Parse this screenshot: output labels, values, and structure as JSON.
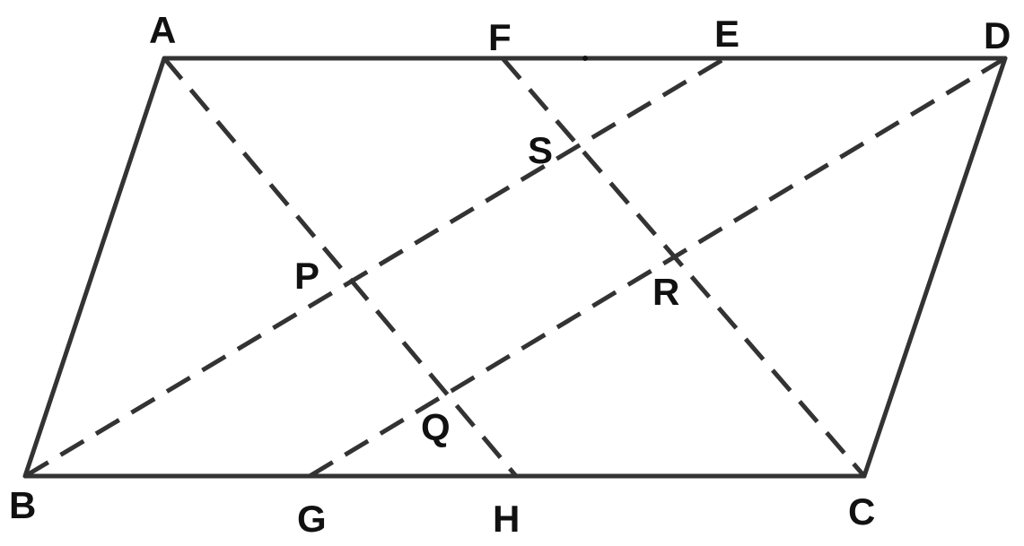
{
  "diagram": {
    "labels": {
      "A": "A",
      "B": "B",
      "C": "C",
      "D": "D",
      "E": "E",
      "F": "F",
      "G": "G",
      "H": "H",
      "P": "P",
      "Q": "Q",
      "R": "R",
      "S": "S"
    },
    "colors": {
      "line": "#333333",
      "text": "#111111",
      "background": "#ffffff"
    }
  }
}
